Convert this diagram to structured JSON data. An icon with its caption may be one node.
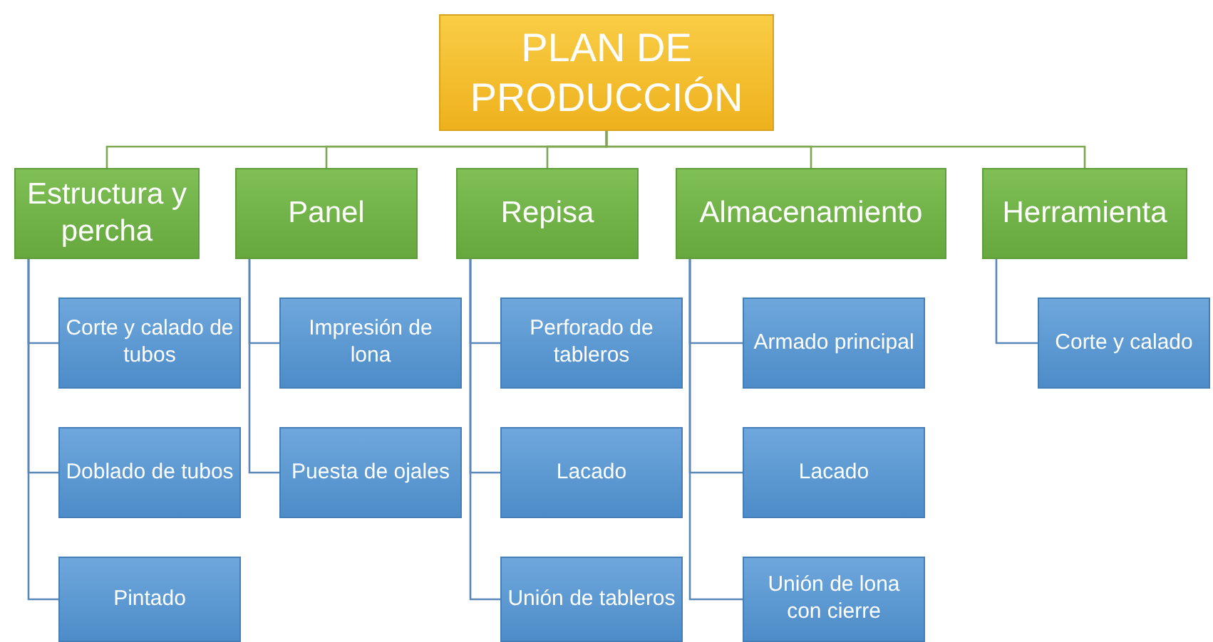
{
  "diagram": {
    "nodes": [
      {
        "text": [
          "PLAN DE PRODUCCIÓN"
        ]
      },
      {
        "text": [
          "Estructura y percha"
        ]
      },
      {
        "text": [
          "Panel"
        ]
      },
      {
        "text": [
          "Repisa"
        ]
      },
      {
        "text": [
          "Almacenamiento"
        ]
      },
      {
        "text": [
          "Herramienta"
        ]
      },
      {
        "text": [
          "Corte y calado de tubos"
        ]
      },
      {
        "text": [
          "Doblado de tubos"
        ]
      },
      {
        "text": [
          "Pintado"
        ]
      },
      {
        "text": [
          "Impresión de lona"
        ]
      },
      {
        "text": [
          "Puesta de ojales"
        ]
      },
      {
        "text": [
          "Perforado de tableros"
        ]
      },
      {
        "text": [
          "Lacado"
        ]
      },
      {
        "text": [
          "Unión de tableros"
        ]
      },
      {
        "text": [
          "Armado principal"
        ]
      },
      {
        "text": [
          "Lacado"
        ]
      },
      {
        "text": [
          "Unión de lona con cierre"
        ]
      },
      {
        "text": [
          "Corte y calado"
        ]
      }
    ],
    "edges": [
      {
        "from": 0,
        "to": 1,
        "arrow": "none",
        "color": "#7fa650"
      },
      {
        "from": 0,
        "to": 2,
        "arrow": "none",
        "color": "#7fa650"
      },
      {
        "from": 0,
        "to": 3,
        "arrow": "none",
        "color": "#7fa650"
      },
      {
        "from": 0,
        "to": 4,
        "arrow": "none",
        "color": "#7fa650"
      },
      {
        "from": 0,
        "to": 5,
        "arrow": "none",
        "color": "#7fa650"
      },
      {
        "from": 1,
        "to": 6,
        "arrow": "none"
      },
      {
        "from": 1,
        "to": 7,
        "arrow": "none"
      },
      {
        "from": 1,
        "to": 8,
        "arrow": "none"
      },
      {
        "from": 2,
        "to": 9,
        "arrow": "none"
      },
      {
        "from": 2,
        "to": 10,
        "arrow": "none"
      },
      {
        "from": 3,
        "to": 11,
        "arrow": "none"
      },
      {
        "from": 3,
        "to": 12,
        "arrow": "none"
      },
      {
        "from": 3,
        "to": 13,
        "arrow": "none"
      },
      {
        "from": 4,
        "to": 14,
        "arrow": "none"
      },
      {
        "from": 4,
        "to": 15,
        "arrow": "none"
      },
      {
        "from": 4,
        "to": 16,
        "arrow": "none"
      },
      {
        "from": 5,
        "to": 17,
        "arrow": "none"
      }
    ]
  }
}
